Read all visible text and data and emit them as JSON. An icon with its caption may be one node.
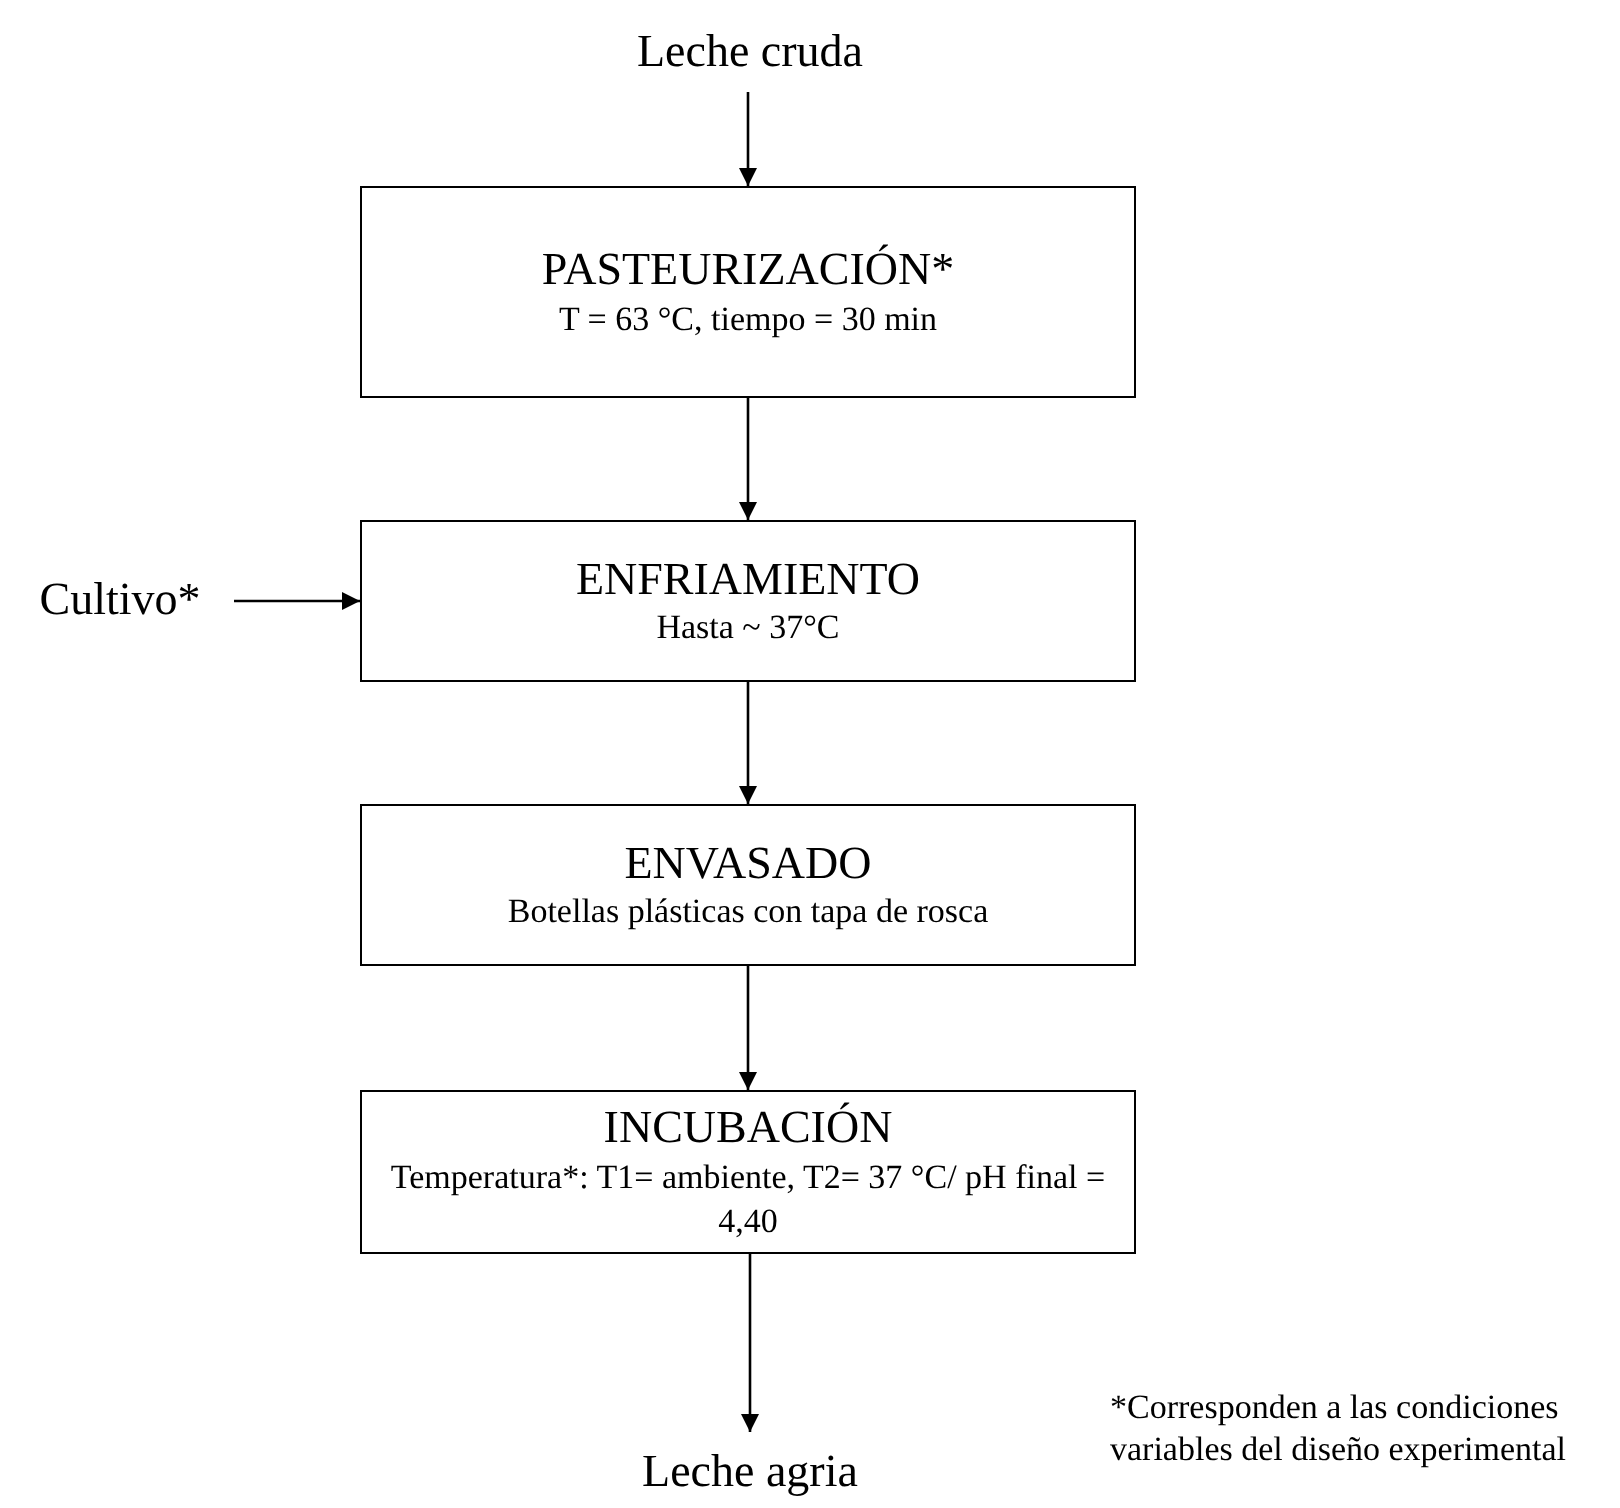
{
  "diagram": {
    "nodes": [
      {
        "text": [
          "Leche cruda"
        ]
      },
      {
        "text": [
          "PASTEURIZACIÓN*",
          "T = 63 °C, tiempo = 30 min"
        ]
      },
      {
        "text": [
          "ENFRIAMIENTO",
          "Hasta ~ 37°C"
        ]
      },
      {
        "text": [
          "ENVASADO",
          "Botellas plásticas con tapa de rosca"
        ]
      },
      {
        "text": [
          "INCUBACIÓN",
          "Temperatura*: T1= ambiente, T2= 37 °C/ pH final = 4,40"
        ]
      },
      {
        "text": [
          "Cultivo*"
        ]
      },
      {
        "text": [
          "Leche agria"
        ]
      }
    ],
    "edges": [
      {
        "from": 0,
        "to": 1,
        "arrow": "to"
      },
      {
        "from": 1,
        "to": 2,
        "arrow": "to"
      },
      {
        "from": 5,
        "to": 2,
        "arrow": "to"
      },
      {
        "from": 2,
        "to": 3,
        "arrow": "to"
      },
      {
        "from": 3,
        "to": 4,
        "arrow": "to"
      },
      {
        "from": 4,
        "to": 6,
        "arrow": "to"
      }
    ],
    "labels": [
      "*Corresponden a las condiciones variables del diseño experimental"
    ]
  }
}
